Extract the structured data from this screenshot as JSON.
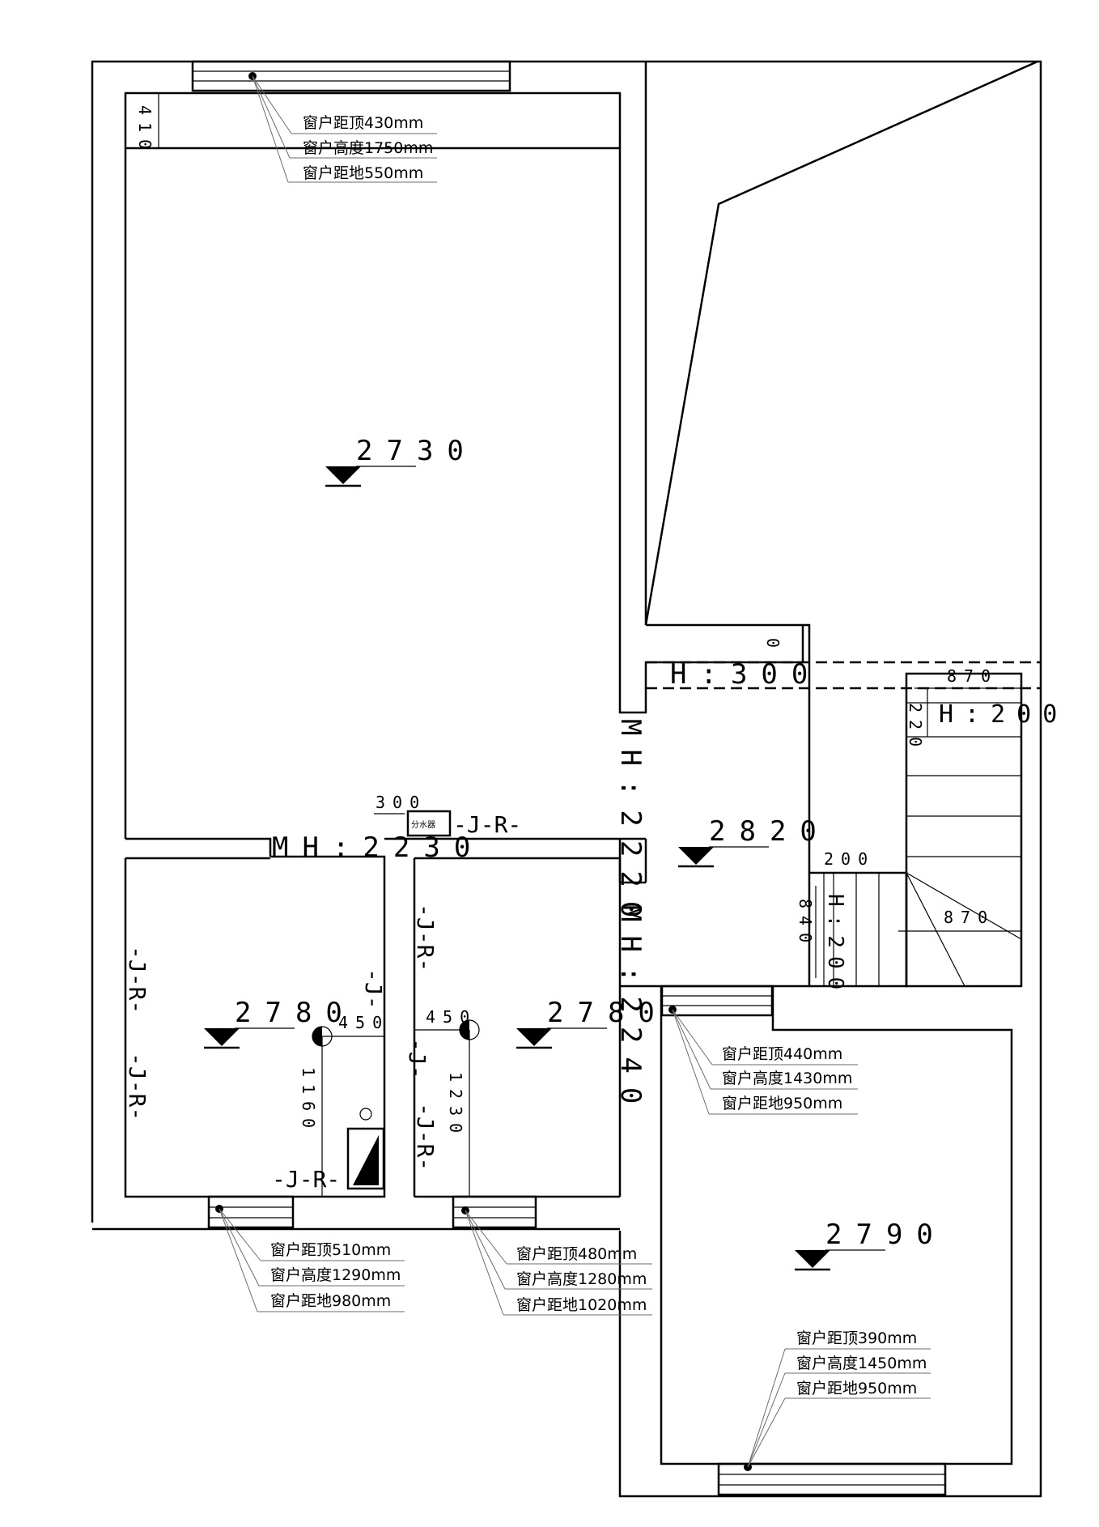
{
  "levels": {
    "living": "2730",
    "hall": "2820",
    "bed_left": "2780",
    "bed_mid": "2780",
    "bed_right": "2790"
  },
  "heights": {
    "mh_left": "MH:2230",
    "mh_vertical": "MH:2220",
    "mh_lower": "MH:2240",
    "h_300": "H:300",
    "h_200_top": "H:200",
    "h_200_side": "H:200"
  },
  "dimensions": {
    "d410": "410",
    "d300": "300",
    "d870_top": "870",
    "d220": "220",
    "d200": "200",
    "d840": "840",
    "d870_bottom": "870",
    "d450_left": "450",
    "d450_mid": "450",
    "d1160": "1160",
    "d1230": "1230",
    "d0": "0"
  },
  "pipes": {
    "jr": "-J-R-",
    "j": "-J-"
  },
  "labels": {
    "manifold": "分水器"
  },
  "windows": {
    "top": [
      "窗户距顶430mm",
      "窗户高度1750mm",
      "窗户距地550mm"
    ],
    "right_upper": [
      "窗户距顶440mm",
      "窗户高度1430mm",
      "窗户距地950mm"
    ],
    "bottom_left": [
      "窗户距顶510mm",
      "窗户高度1290mm",
      "窗户距地980mm"
    ],
    "bottom_mid": [
      "窗户距顶480mm",
      "窗户高度1280mm",
      "窗户距地1020mm"
    ],
    "bottom_right": [
      "窗户距顶390mm",
      "窗户高度1450mm",
      "窗户距地950mm"
    ]
  }
}
